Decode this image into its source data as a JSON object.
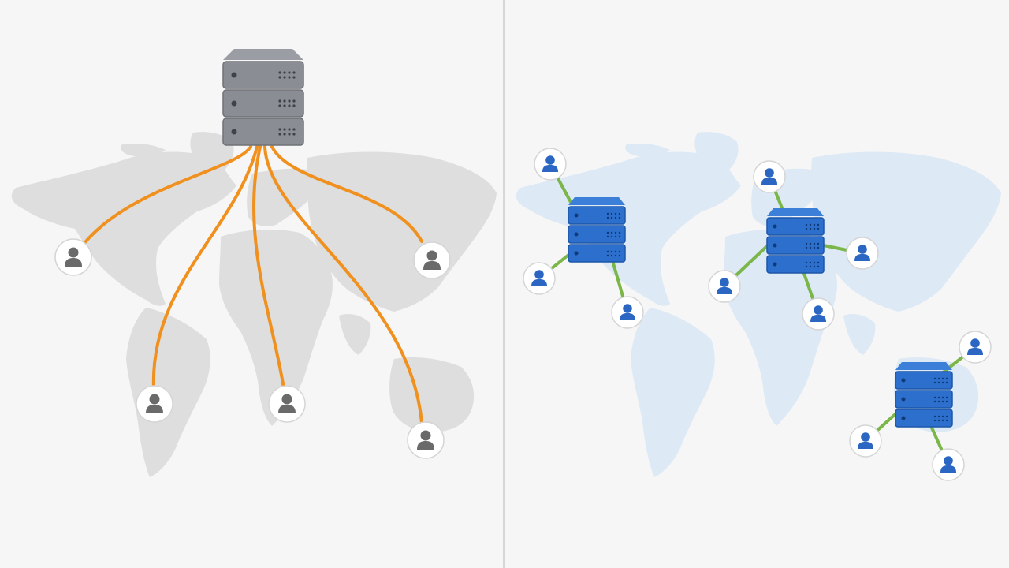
{
  "colors": {
    "background": "#f6f6f6",
    "divider": "#b8b8b8",
    "left_map": "#dedede",
    "right_map": "#dde9f5",
    "origin_server": "#8a8d93",
    "origin_link": "#f0901e",
    "edge_server": "#2d6fcc",
    "edge_link": "#7ab648",
    "user_gray": "#6a6a6a",
    "user_blue": "#2a66c2"
  },
  "left_panel": {
    "origin_server": {
      "icon": "server-rack-icon",
      "units": 3
    },
    "users": [
      {
        "icon": "user-icon",
        "region": "north-america-west"
      },
      {
        "icon": "user-icon",
        "region": "south-america"
      },
      {
        "icon": "user-icon",
        "region": "southern-africa"
      },
      {
        "icon": "user-icon",
        "region": "east-asia"
      },
      {
        "icon": "user-icon",
        "region": "australia"
      }
    ]
  },
  "right_panel": {
    "edge_servers": [
      {
        "icon": "server-rack-icon",
        "region": "north-america",
        "user_count": 3
      },
      {
        "icon": "server-rack-icon",
        "region": "europe",
        "user_count": 4
      },
      {
        "icon": "server-rack-icon",
        "region": "southeast-asia",
        "user_count": 3
      }
    ]
  }
}
